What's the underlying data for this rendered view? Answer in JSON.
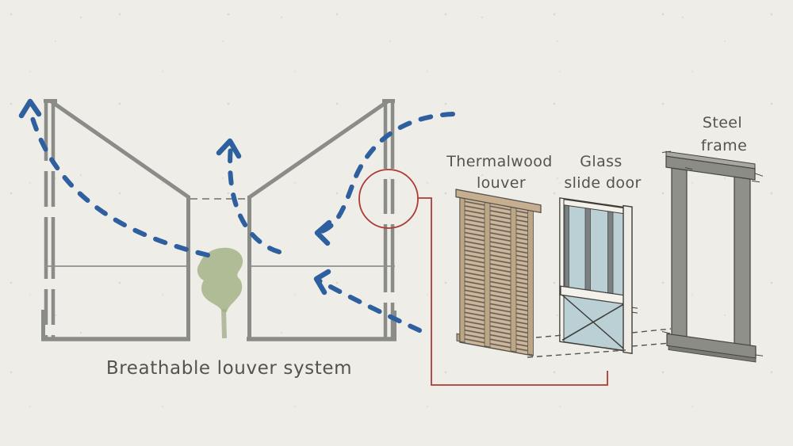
{
  "diagram": {
    "caption": "Breathable louver system",
    "labels": {
      "thermalwood": {
        "line1": "Thermalwood",
        "line2": "louver"
      },
      "glass_door": {
        "line1": "Glass",
        "line2": "slide door"
      },
      "steel_frame": {
        "line1": "Steel",
        "line2": "frame"
      }
    },
    "colors": {
      "paper": "#efede8",
      "structure_gray": "#8b8b88",
      "airflow_blue": "#2e5f9e",
      "callout_red": "#ac3a35",
      "tree_green": "#a0af80",
      "wood_tan": "#cdb69c",
      "glass_blue": "#bbd0d4",
      "ink": "#44433e",
      "text": "#56534d"
    }
  }
}
